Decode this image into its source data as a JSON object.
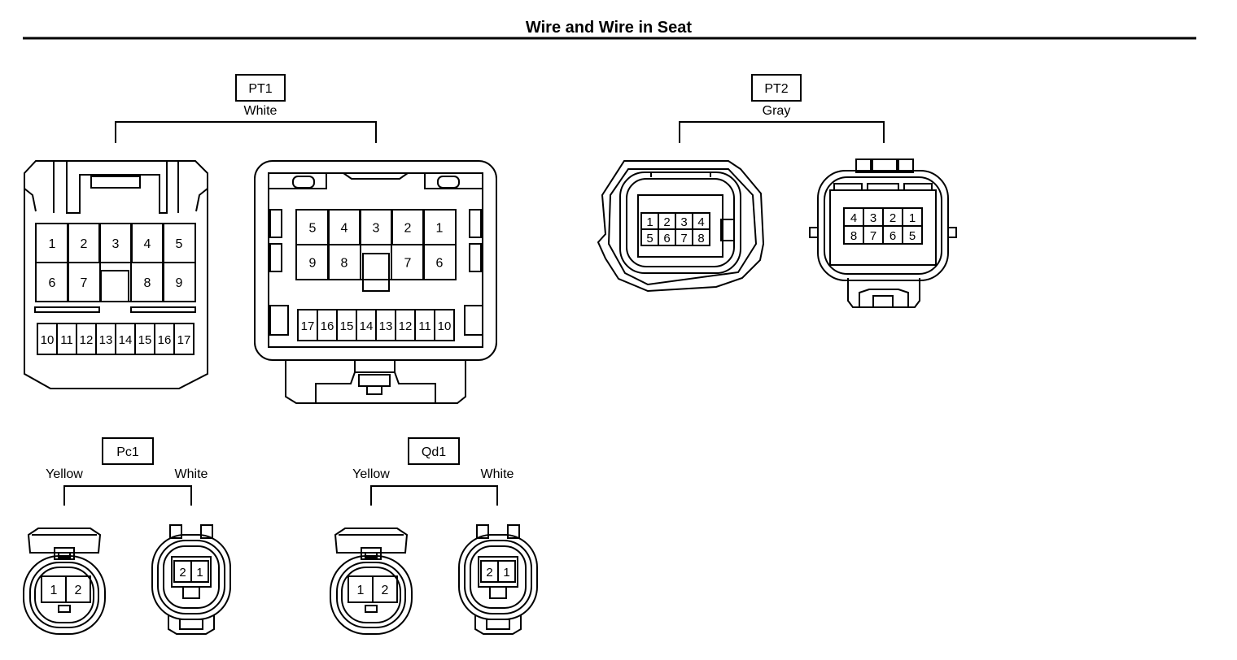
{
  "title": "Wire and Wire in Seat",
  "connectors": {
    "pt1": {
      "code": "PT1",
      "color": "White",
      "left_pins": [
        "1",
        "2",
        "3",
        "4",
        "5",
        "6",
        "7",
        "8",
        "9",
        "10",
        "11",
        "12",
        "13",
        "14",
        "15",
        "16",
        "17"
      ],
      "right_pins": [
        "5",
        "4",
        "3",
        "2",
        "1",
        "9",
        "8",
        "7",
        "6",
        "17",
        "16",
        "15",
        "14",
        "13",
        "12",
        "11",
        "10"
      ]
    },
    "pt2": {
      "code": "PT2",
      "color": "Gray",
      "left_pins": [
        "1",
        "2",
        "3",
        "4",
        "5",
        "6",
        "7",
        "8"
      ],
      "right_pins": [
        "4",
        "3",
        "2",
        "1",
        "8",
        "7",
        "6",
        "5"
      ]
    },
    "pc1": {
      "code": "Pc1",
      "left_color": "Yellow",
      "right_color": "White",
      "left_pins": [
        "1",
        "2"
      ],
      "right_pins": [
        "2",
        "1"
      ]
    },
    "qd1": {
      "code": "Qd1",
      "left_color": "Yellow",
      "right_color": "White",
      "left_pins": [
        "1",
        "2"
      ],
      "right_pins": [
        "2",
        "1"
      ]
    }
  }
}
